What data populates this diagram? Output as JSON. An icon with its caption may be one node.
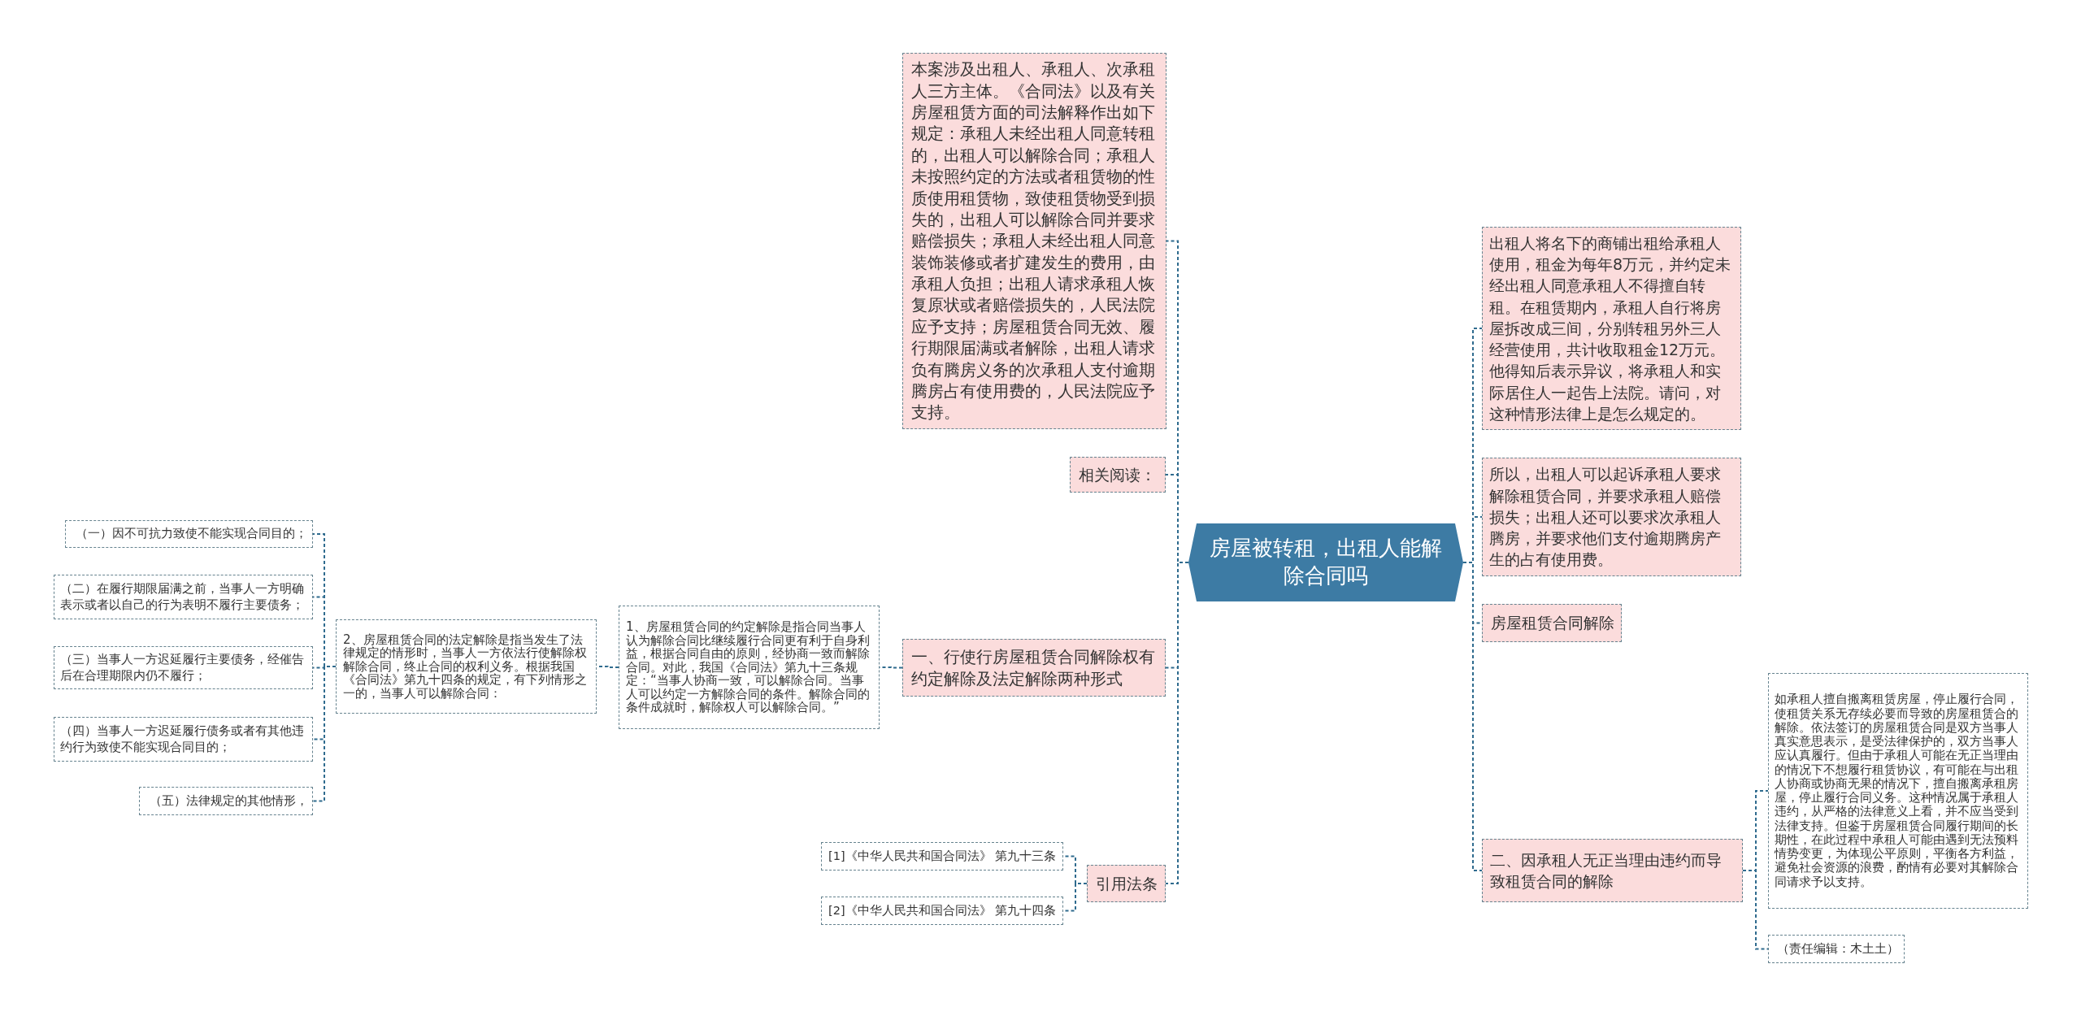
{
  "diagram": {
    "nodes": [
      {
        "text": [
          "房屋被转租，出租人能解除合同吗"
        ]
      },
      {
        "text": [
          "本案涉及出租人、承租人、次承租人三方主体。《合同法》以及有关房屋租赁方面的司法解释作出如下规定：承租人未经出租人同意转租的，出租人可以解除合同；承租人未按照约定的方法或者租赁物的性质使用租赁物，致使租赁物受到损失的，出租人可以解除合同并要求赔偿损失；承租人未经出租人同意装饰装修或者扩建发生的费用，由承租人负担；出租人请求承租人恢复原状或者赔偿损失的，人民法院应予支持；房屋租赁合同无效、履行期限届满或者解除，出租人请求负有腾房义务的次承租人支付逾期腾房占有使用费的，人民法院应予支持。"
        ]
      },
      {
        "text": [
          "相关阅读："
        ]
      },
      {
        "text": [
          "一、行使行房屋租赁合同解除权有约定解除及法定解除两种形式"
        ]
      },
      {
        "text": [
          "1、房屋租赁合同的约定解除是指合同当事人认为解除合同比继续履行合同更有利于自身利益，根据合同自由的原则，经协商一致而解除合同。对此，我国《合同法》第九十三条规定：“当事人协商一致，可以解除合同。当事人可以约定一方解除合同的条件。解除合同的条件成就时，解除权人可以解除合同。”"
        ]
      },
      {
        "text": [
          "2、房屋租赁合同的法定解除是指当发生了法律规定的情形时，当事人一方依法行使解除权解除合同，终止合同的权利义务。根据我国《合同法》第九十四条的规定，有下列情形之一的，当事人可以解除合同："
        ]
      },
      {
        "text": [
          "（一）因不可抗力致使不能实现合同目的；"
        ]
      },
      {
        "text": [
          "（二）在履行期限届满之前，当事人一方明确表示或者以自己的行为表明不履行主要债务；"
        ]
      },
      {
        "text": [
          "（三）当事人一方迟延履行主要债务，经催告后在合理期限内仍不履行；"
        ]
      },
      {
        "text": [
          "（四）当事人一方迟延履行债务或者有其他违约行为致使不能实现合同目的；"
        ]
      },
      {
        "text": [
          "（五）法律规定的其他情形，"
        ]
      },
      {
        "text": [
          "引用法条"
        ]
      },
      {
        "text": [
          "[1]《中华人民共和国合同法》 第九十三条"
        ]
      },
      {
        "text": [
          "[2]《中华人民共和国合同法》 第九十四条"
        ]
      },
      {
        "text": [
          "出租人将名下的商铺出租给承租人使用，租金为每年8万元，并约定未经出租人同意承租人不得擅自转租。在租赁期内，承租人自行将房屋拆改成三间，分别转租另外三人经营使用，共计收取租金12万元。他得知后表示异议，将承租人和实际居住人一起告上法院。请问，对这种情形法律上是怎么规定的。"
        ]
      },
      {
        "text": [
          "所以，出租人可以起诉承租人要求解除租赁合同，并要求承租人赔偿损失；出租人还可以要求次承租人腾房，并要求他们支付逾期腾房产生的占有使用费。"
        ]
      },
      {
        "text": [
          "房屋租赁合同解除"
        ]
      },
      {
        "text": [
          "二、因承租人无正当理由违约而导致租赁合同的解除"
        ]
      },
      {
        "text": [
          "如承租人擅自搬离租赁房屋，停止履行合同，使租赁关系无存续必要而导致的房屋租赁合的解除。依法签订的房屋租赁合同是双方当事人真实意思表示，是受法律保护的，双方当事人应认真履行。但由于承租人可能在无正当理由的情况下不想履行租赁协议，有可能在与出租人协商或协商无果的情况下，擅自搬离承租房屋，停止履行合同义务。这种情况属于承租人违约，从严格的法律意义上看，并不应当受到法律支持。但鉴于房屋租赁合同履行期间的长期性，在此过程中承租人可能由遇到无法预料情势变更，为体现公平原则，平衡各方利益，避免社会资源的浪费，酌情有必要对其解除合同请求予以支持。"
        ]
      },
      {
        "text": [
          "（责任编辑：木土土）"
        ]
      }
    ],
    "edges": [
      {
        "from": 0,
        "to": 1,
        "arrow": "none"
      },
      {
        "from": 0,
        "to": 2,
        "arrow": "none"
      },
      {
        "from": 0,
        "to": 3,
        "arrow": "none"
      },
      {
        "from": 0,
        "to": 11,
        "arrow": "none"
      },
      {
        "from": 3,
        "to": 4,
        "arrow": "none"
      },
      {
        "from": 4,
        "to": 5,
        "arrow": "none"
      },
      {
        "from": 5,
        "to": 6,
        "arrow": "none"
      },
      {
        "from": 5,
        "to": 7,
        "arrow": "none"
      },
      {
        "from": 5,
        "to": 8,
        "arrow": "none"
      },
      {
        "from": 5,
        "to": 9,
        "arrow": "none"
      },
      {
        "from": 5,
        "to": 10,
        "arrow": "none"
      },
      {
        "from": 11,
        "to": 12,
        "arrow": "none"
      },
      {
        "from": 11,
        "to": 13,
        "arrow": "none"
      },
      {
        "from": 0,
        "to": 14,
        "arrow": "none"
      },
      {
        "from": 0,
        "to": 15,
        "arrow": "none"
      },
      {
        "from": 0,
        "to": 16,
        "arrow": "none"
      },
      {
        "from": 0,
        "to": 17,
        "arrow": "none"
      },
      {
        "from": 17,
        "to": 18,
        "arrow": "none"
      },
      {
        "from": 17,
        "to": 19,
        "arrow": "none"
      }
    ]
  }
}
